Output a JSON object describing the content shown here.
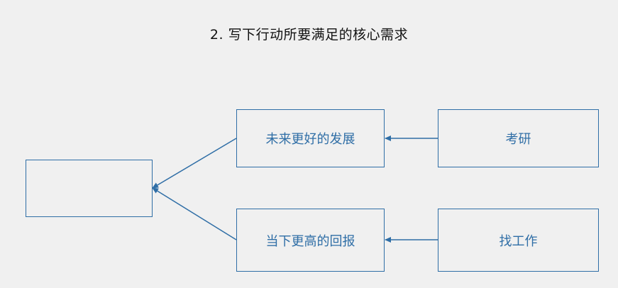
{
  "title": "2. 写下行动所要满足的核心需求",
  "nodes": {
    "target": "",
    "future": "未来更好的发展",
    "present": "当下更高的回报",
    "grad": "考研",
    "job": "找工作"
  },
  "colors": {
    "stroke": "#2f6ea6",
    "background": "#f0f0f0",
    "title": "#111111"
  },
  "edges": [
    {
      "from": "grad",
      "to": "future"
    },
    {
      "from": "job",
      "to": "present"
    },
    {
      "from": "future",
      "to": "target"
    },
    {
      "from": "present",
      "to": "target"
    }
  ]
}
